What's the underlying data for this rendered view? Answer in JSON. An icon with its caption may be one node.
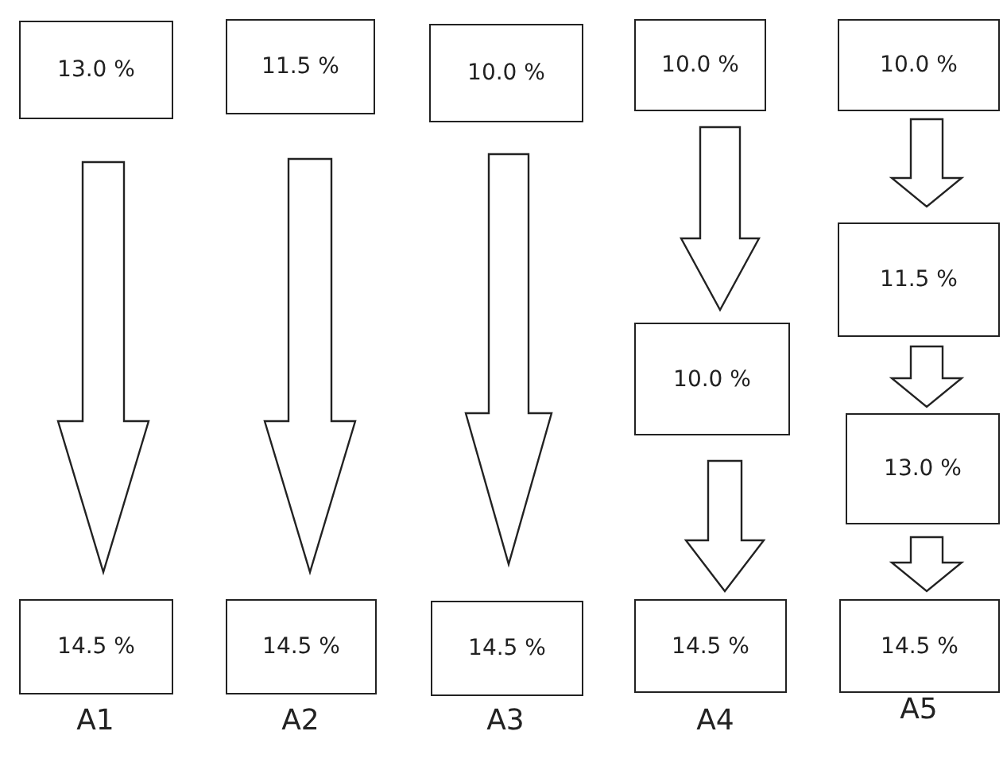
{
  "diagram": {
    "nodes": [
      {
        "text": [
          "13.0 %"
        ]
      },
      {
        "text": [
          "11.5 %"
        ]
      },
      {
        "text": [
          "10.0 %"
        ]
      },
      {
        "text": [
          "10.0 %"
        ]
      },
      {
        "text": [
          "10.0 %"
        ]
      },
      {
        "text": [
          "11.5 %"
        ]
      },
      {
        "text": [
          "10.0 %"
        ]
      },
      {
        "text": [
          "13.0 %"
        ]
      },
      {
        "text": [
          "14.5 %"
        ]
      },
      {
        "text": [
          "14.5 %"
        ]
      },
      {
        "text": [
          "14.5 %"
        ]
      },
      {
        "text": [
          "14.5 %"
        ]
      },
      {
        "text": [
          "14.5 %"
        ]
      }
    ],
    "edges": [
      {
        "from": 0,
        "to": 8,
        "arrow": "to"
      },
      {
        "from": 1,
        "to": 9,
        "arrow": "to"
      },
      {
        "from": 2,
        "to": 10,
        "arrow": "to"
      },
      {
        "from": 3,
        "to": 6,
        "arrow": "to"
      },
      {
        "from": 6,
        "to": 11,
        "arrow": "to"
      },
      {
        "from": 4,
        "to": 5,
        "arrow": "to"
      },
      {
        "from": 5,
        "to": 7,
        "arrow": "to"
      },
      {
        "from": 7,
        "to": 12,
        "arrow": "to"
      }
    ],
    "labels": [
      "A1",
      "A2",
      "A3",
      "A4",
      "A5"
    ]
  }
}
